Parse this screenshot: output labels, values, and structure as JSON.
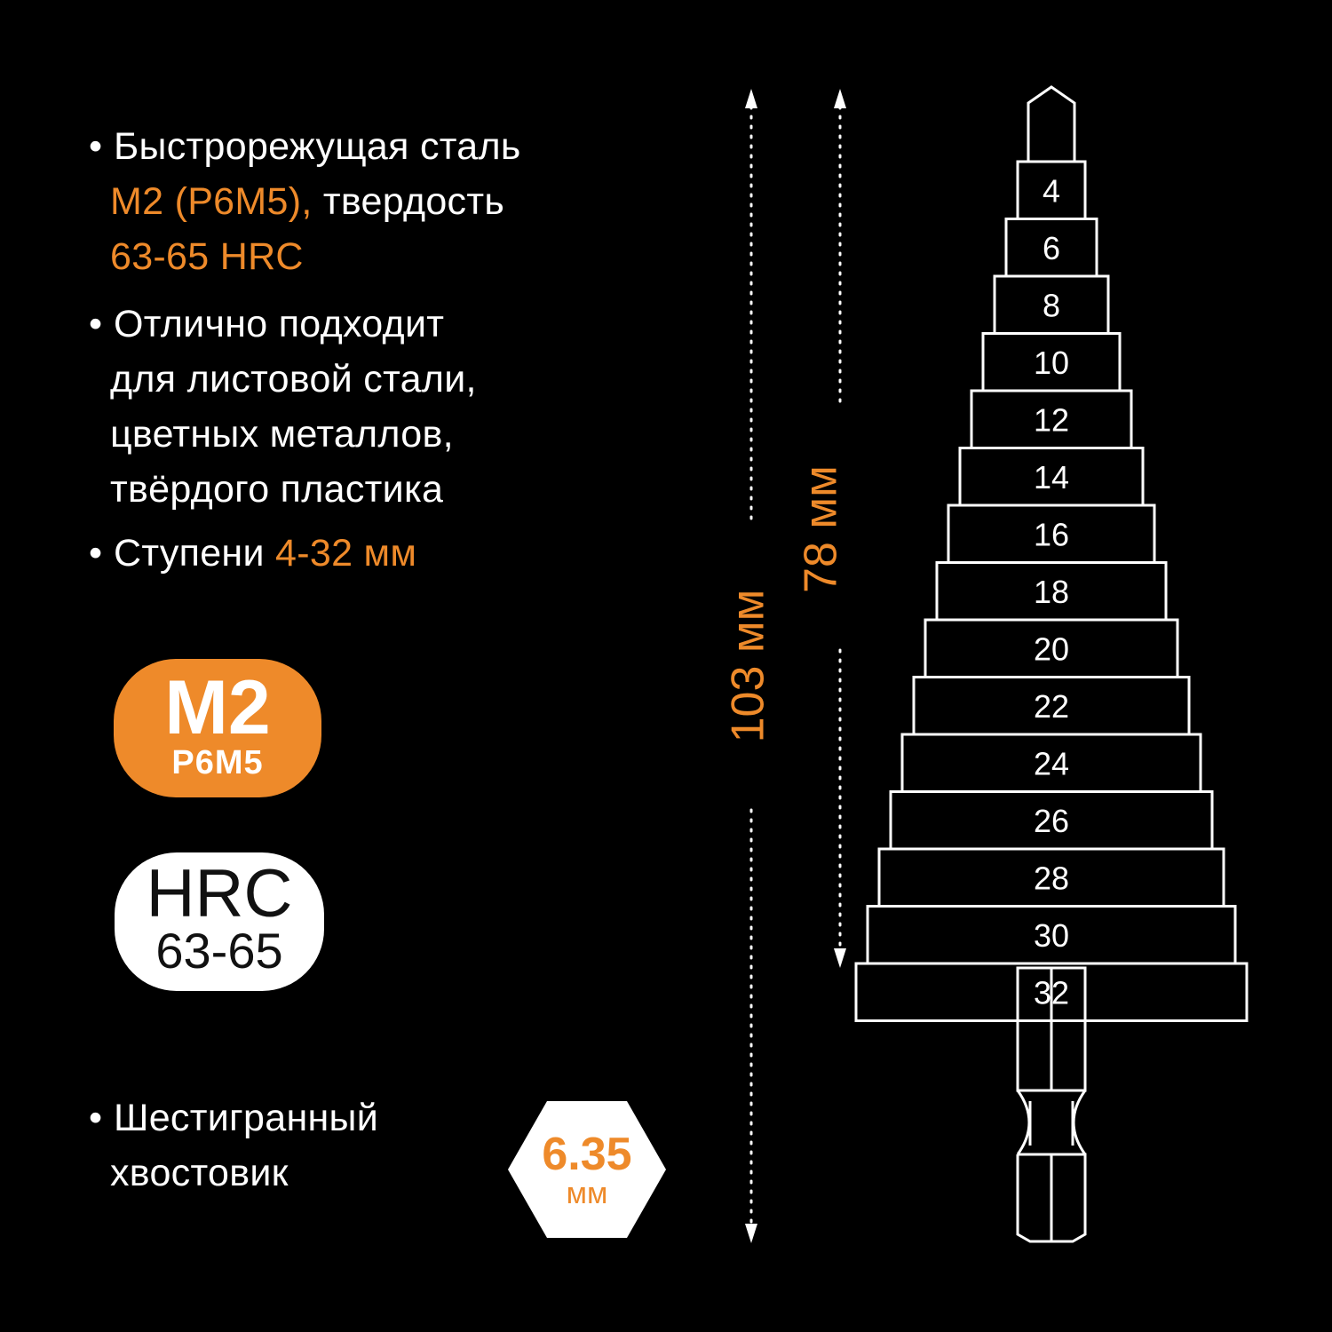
{
  "colors": {
    "background": "#000000",
    "accent": "#ee8a2a",
    "text": "#ffffff"
  },
  "features": [
    {
      "lines": [
        [
          {
            "text": "Быстрорежущая сталь",
            "accent": false
          }
        ],
        [
          {
            "text": "М2 (Р6М5),",
            "accent": true
          },
          {
            "text": " твердость",
            "accent": false
          }
        ],
        [
          {
            "text": "63-65 HRC",
            "accent": true
          }
        ]
      ]
    },
    {
      "lines": [
        [
          {
            "text": "Отлично подходит",
            "accent": false
          }
        ],
        [
          {
            "text": "для листовой стали,",
            "accent": false
          }
        ],
        [
          {
            "text": "цветных металлов,",
            "accent": false
          }
        ],
        [
          {
            "text": "твёрдого пластика",
            "accent": false
          }
        ]
      ]
    },
    {
      "lines": [
        [
          {
            "text": "Ступени ",
            "accent": false
          },
          {
            "text": "4-32 мм",
            "accent": true
          }
        ]
      ]
    },
    {
      "lines": [
        [
          {
            "text": "Шестигранный",
            "accent": false
          }
        ],
        [
          {
            "text": "хвостовик",
            "accent": false
          }
        ]
      ]
    }
  ],
  "bullet_symbol": "•",
  "badge_material": {
    "main": "M2",
    "sub": "P6M5"
  },
  "badge_hardness": {
    "main": "HRC",
    "sub": "63-65"
  },
  "shank_badge": {
    "value": "6.35",
    "unit": "мм"
  },
  "dimension_total": "103 мм",
  "dimension_working": "78 мм",
  "drill_steps": [
    "4",
    "6",
    "8",
    "10",
    "12",
    "14",
    "16",
    "18",
    "20",
    "22",
    "24",
    "26",
    "28",
    "30",
    "32"
  ]
}
